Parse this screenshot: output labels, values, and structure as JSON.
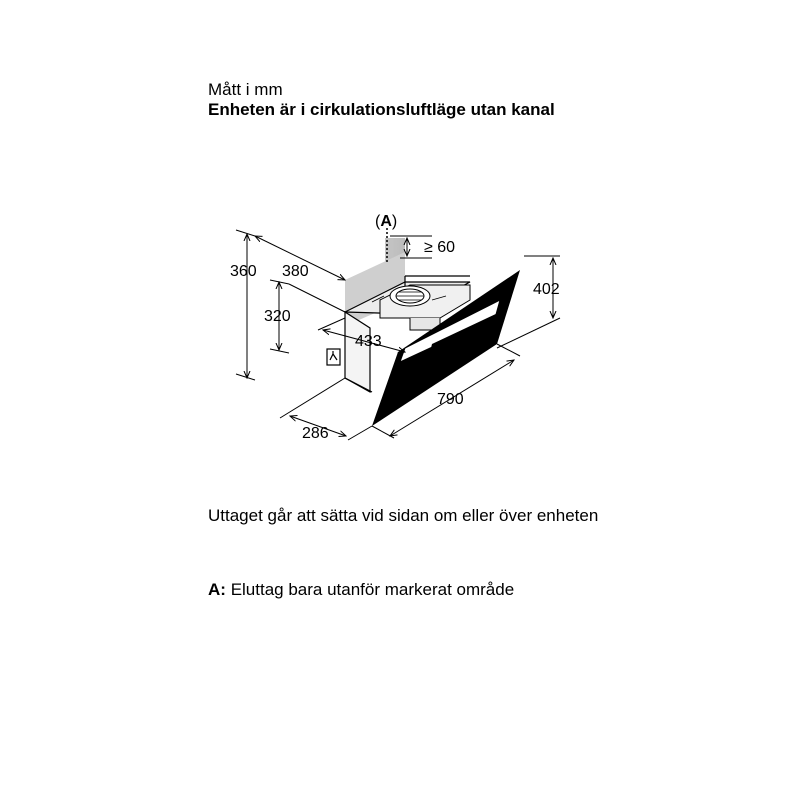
{
  "header": {
    "units": "Mått i mm",
    "title": "Enheten är i cirkulationsluftläge utan kanal"
  },
  "diagram": {
    "label_a": "A",
    "dimensions": {
      "clearance": "≥ 60",
      "height_total": "360",
      "depth_top": "380",
      "height_inner": "320",
      "width_inner": "433",
      "height_front": "402",
      "width_total": "790",
      "depth_bottom": "286"
    }
  },
  "notes": {
    "outlet": "Uttaget går att sätta vid sidan om eller över enheten",
    "legend_key": "A:",
    "legend_text": "Eluttag bara utanför markerat område"
  }
}
